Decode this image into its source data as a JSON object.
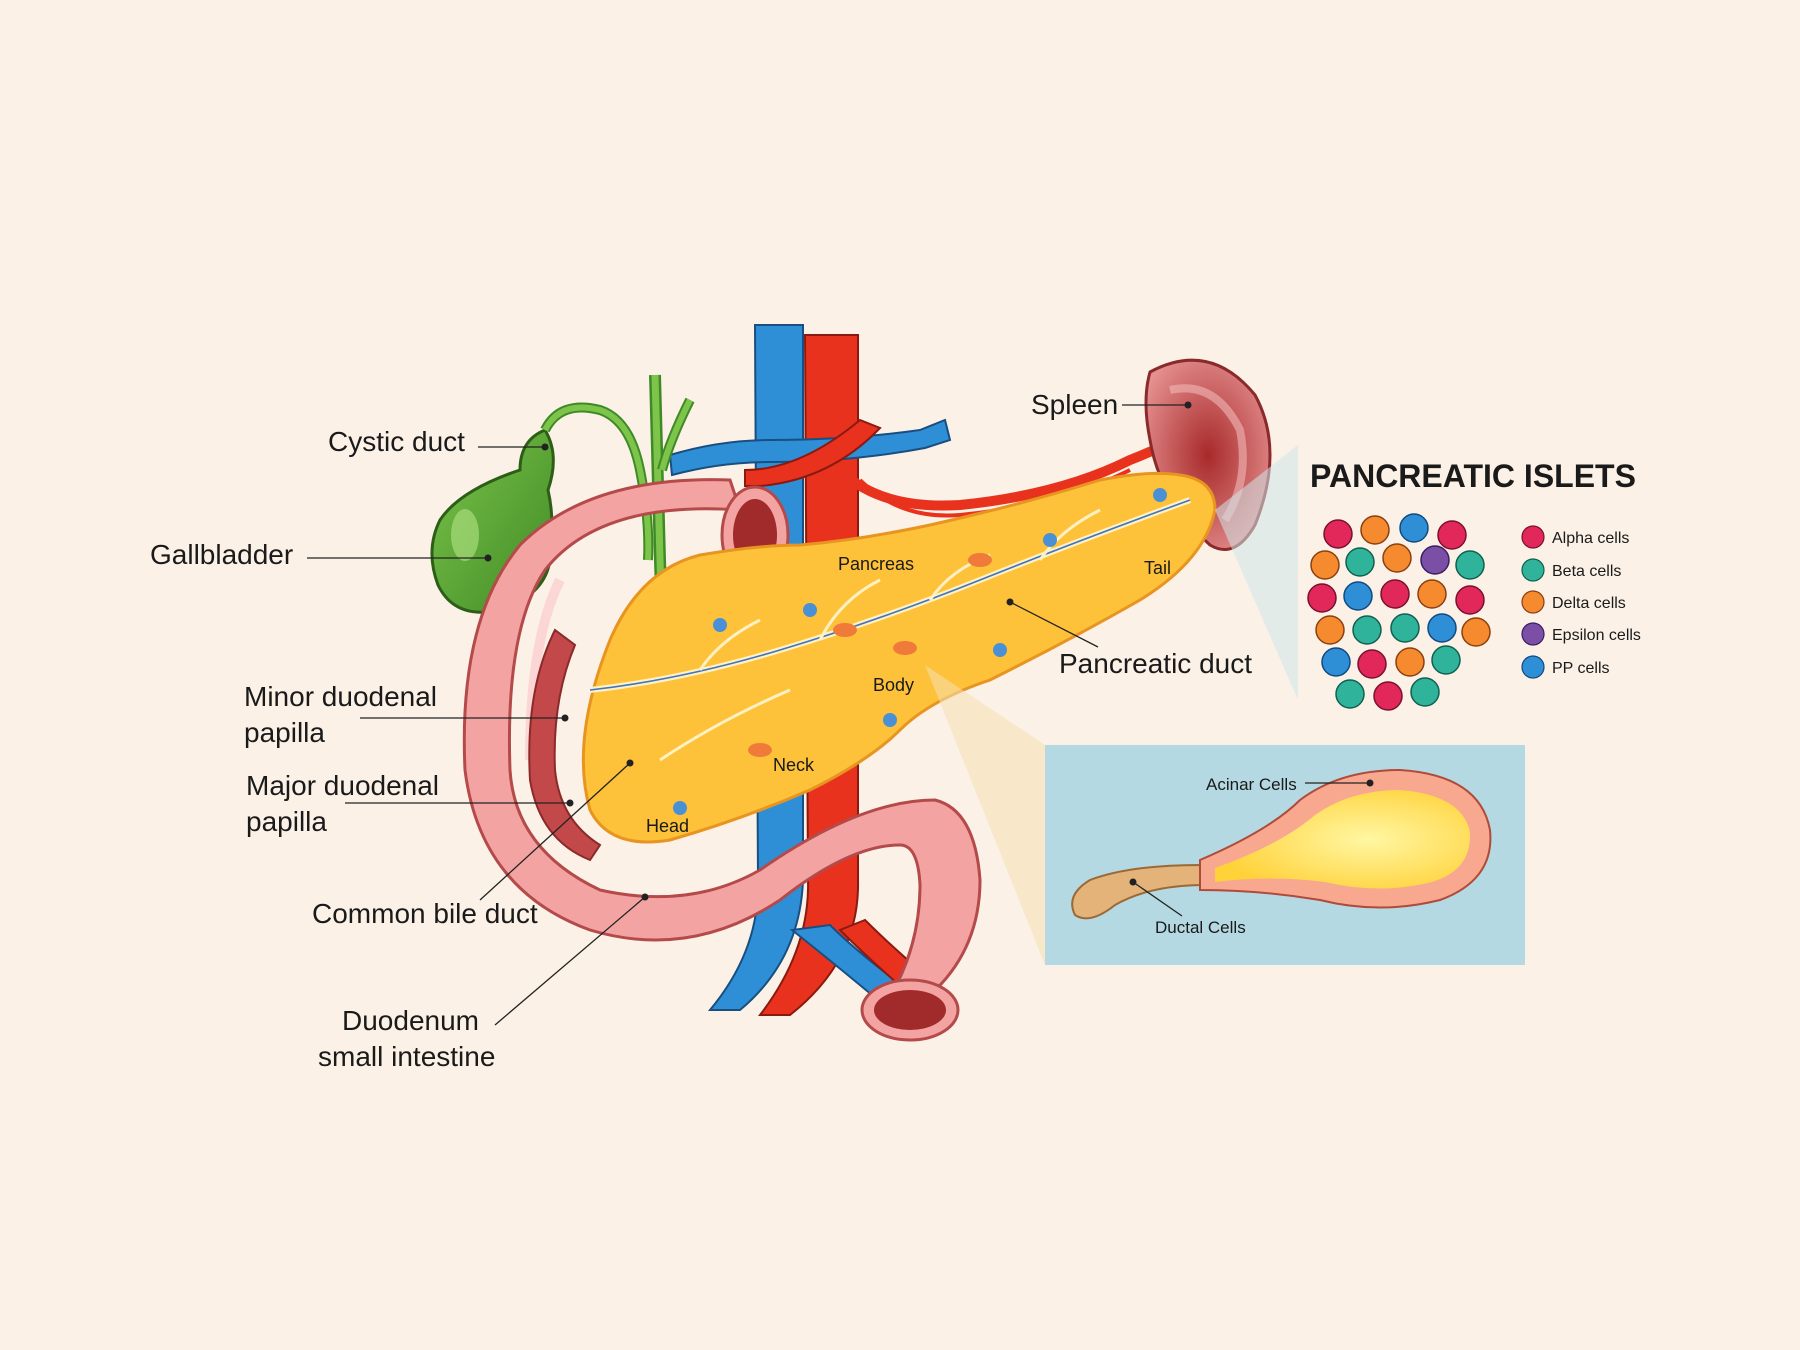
{
  "colors": {
    "background": "#fbf1e7",
    "pancreas": "#fdc13a",
    "duodenum": "#f4a3a3",
    "artery": "#e8321e",
    "vein": "#2f8fd6",
    "bile": "#5aa833",
    "islets_title": "#2f4fa2",
    "panel": "#b5d9e2"
  },
  "labels": {
    "cystic_duct": "Cystic duct",
    "gallbladder": "Gallbladder",
    "minor_papilla_line1": "Minor duodenal",
    "minor_papilla_line2": "papilla",
    "major_papilla_line1": "Major duodenal",
    "major_papilla_line2": "papilla",
    "common_bile_duct": "Common  bile duct",
    "duodenum_line1": "Duodenum",
    "duodenum_line2": "small intestine",
    "spleen": "Spleen",
    "pancreatic_duct": "Pancreatic duct"
  },
  "regions": {
    "pancreas": "Pancreas",
    "tail": "Tail",
    "body": "Body",
    "neck": "Neck",
    "head": "Head"
  },
  "islets": {
    "title": "PANCREATIC ISLETS",
    "legend": [
      {
        "label": "Alpha cells",
        "color": "#e2285a"
      },
      {
        "label": "Beta cells",
        "color": "#2fb39a"
      },
      {
        "label": "Delta cells",
        "color": "#f58a2e"
      },
      {
        "label": "Epsilon cells",
        "color": "#7a4fa5"
      },
      {
        "label": "PP cells",
        "color": "#2f8fd6"
      }
    ]
  },
  "acinus": {
    "acinar": "Acinar Cells",
    "ductal": "Ductal Cells"
  }
}
